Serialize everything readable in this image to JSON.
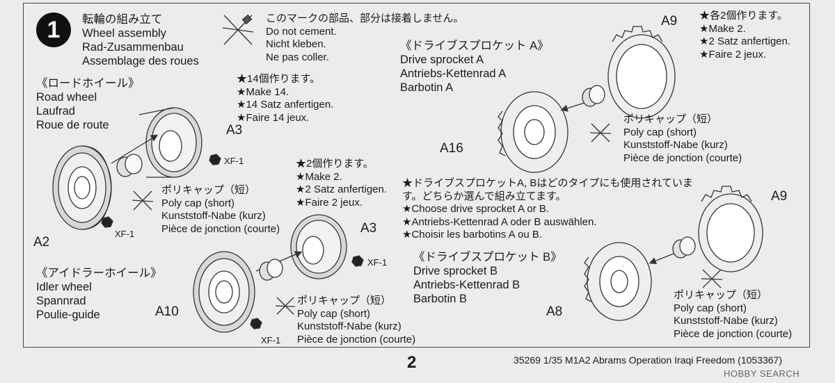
{
  "step": {
    "number": "1",
    "title_lines": [
      "転輪の組み立て",
      "Wheel assembly",
      "Rad-Zusammenbau",
      "Assemblage des roues"
    ]
  },
  "no_cement": {
    "lines": [
      "このマークの部品、部分は接着しません。",
      "Do not cement.",
      "Nicht kleben.",
      "Ne pas coller."
    ]
  },
  "road_wheel": {
    "lines": [
      "《ロードホイール》",
      "Road wheel",
      "Laufrad",
      "Roue de route"
    ],
    "make_lines": [
      "★14個作ります。",
      "★Make 14.",
      "★14 Satz anfertigen.",
      "★Faire 14 jeux."
    ],
    "part_outer": "A2",
    "part_inner": "A3",
    "paint_a": "XF-1",
    "paint_b": "XF-1",
    "polycap_lines": [
      "ポリキャップ（短）",
      "Poly cap (short)",
      "Kunststoff-Nabe (kurz)",
      "Pièce de jonction (courte)"
    ]
  },
  "idler_wheel": {
    "lines": [
      "《アイドラーホイール》",
      "Idler wheel",
      "Spannrad",
      "Poulie-guide"
    ],
    "make_lines": [
      "★2個作ります。",
      "★Make 2.",
      "★2 Satz anfertigen.",
      "★Faire 2 jeux."
    ],
    "part_outer": "A10",
    "part_inner": "A3",
    "paint_a": "XF-1",
    "paint_b": "XF-1",
    "polycap_lines": [
      "ポリキャップ（短）",
      "Poly cap (short)",
      "Kunststoff-Nabe (kurz)",
      "Pièce de jonction (courte)"
    ]
  },
  "sprocket_a": {
    "lines": [
      "《ドライブスプロケット A》",
      "Drive sprocket A",
      "Antriebs-Kettenrad A",
      "Barbotin A"
    ],
    "make_lines": [
      "★各2個作ります。",
      "★Make 2.",
      "★2 Satz anfertigen.",
      "★Faire 2 jeux."
    ],
    "part_outer": "A9",
    "part_inner": "A16",
    "polycap_lines": [
      "ポリキャップ（短）",
      "Poly cap (short)",
      "Kunststoff-Nabe (kurz)",
      "Pièce de jonction (courte)"
    ]
  },
  "choose_note": {
    "lines": [
      "★ドライブスプロケットA, Bはどのタイプにも使用されていま",
      "す。どちらか選んで組み立てます。",
      "★Choose drive sprocket A or B.",
      "★Antriebs-Kettenrad A oder B auswählen.",
      "★Choisir les barbotins A ou B."
    ]
  },
  "sprocket_b": {
    "lines": [
      "《ドライブスプロケット B》",
      "Drive sprocket B",
      "Antriebs-Kettenrad B",
      "Barbotin B"
    ],
    "part_outer": "A9",
    "part_inner": "A8",
    "polycap_lines": [
      "ポリキャップ（短）",
      "Poly cap (short)",
      "Kunststoff-Nabe (kurz)",
      "Pièce de jonction (courte)"
    ]
  },
  "footer": {
    "page_number": "2",
    "product": "35269  1/35 M1A2 Abrams Operation Iraqi Freedom (1053367)",
    "watermark": "HOBBY SEARCH"
  }
}
